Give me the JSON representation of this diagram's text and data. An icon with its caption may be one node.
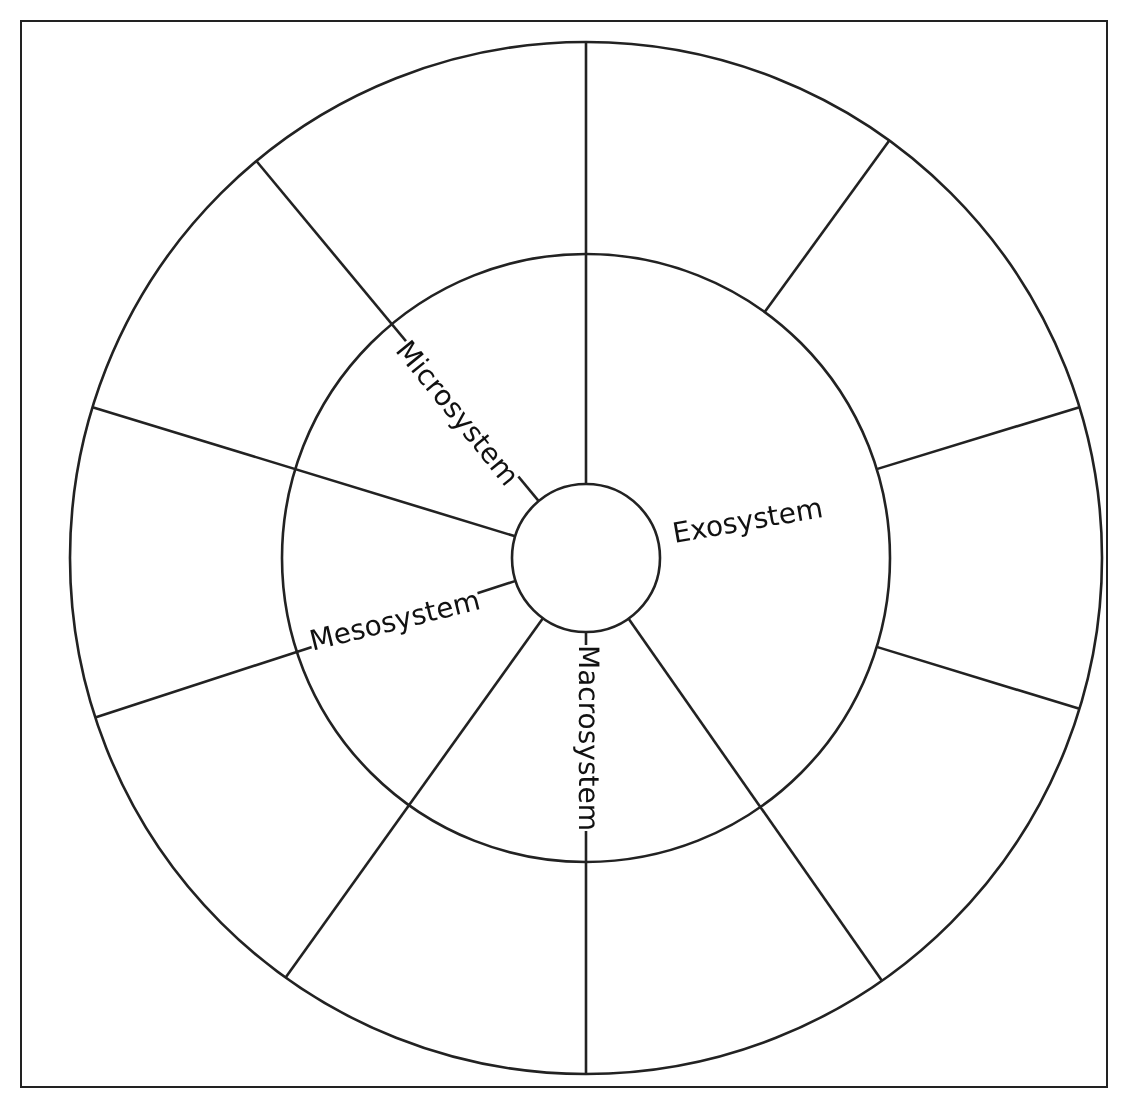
{
  "diagram": {
    "labels": [
      "Microsystem",
      "Exosystem",
      "Mesosystem",
      "Macrosystem"
    ]
  }
}
